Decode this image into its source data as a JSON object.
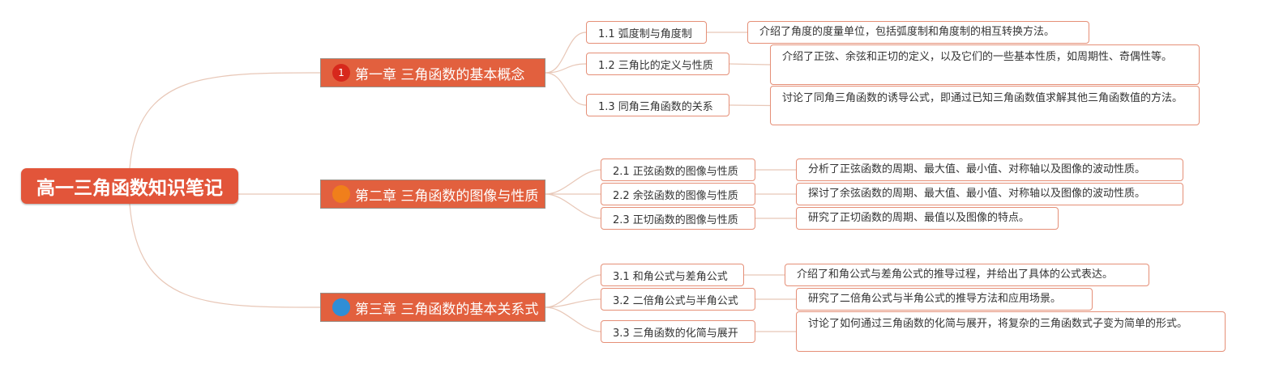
{
  "root": {
    "label": "高一三角函数知识笔记"
  },
  "colors": {
    "root_fill": "#e2553a",
    "chapter_fill": "#e2603e",
    "node_border": "#e58f77",
    "link": "#e8c7b7"
  },
  "chapters": [
    {
      "label": "第一章 三角函数的基本概念",
      "badge": "1",
      "badge_color": "#d7281c",
      "sections": [
        {
          "label": "1.1 弧度制与角度制",
          "desc": "介绍了角度的度量单位，包括弧度制和角度制的相互转换方法。"
        },
        {
          "label": "1.2 三角比的定义与性质",
          "desc": "介绍了正弦、余弦和正切的定义，以及它们的一些基本性质，如周期性、奇偶性等。"
        },
        {
          "label": "1.3 同角三角函数的关系",
          "desc": "讨论了同角三角函数的诱导公式，即通过已知三角函数值求解其他三角函数值的方法。"
        }
      ]
    },
    {
      "label": "第二章 三角函数的图像与性质",
      "badge": "",
      "badge_color": "#f07f1b",
      "sections": [
        {
          "label": "2.1 正弦函数的图像与性质",
          "desc": "分析了正弦函数的周期、最大值、最小值、对称轴以及图像的波动性质。"
        },
        {
          "label": "2.2 余弦函数的图像与性质",
          "desc": "探讨了余弦函数的周期、最大值、最小值、对称轴以及图像的波动性质。"
        },
        {
          "label": "2.3 正切函数的图像与性质",
          "desc": "研究了正切函数的周期、最值以及图像的特点。"
        }
      ]
    },
    {
      "label": "第三章 三角函数的基本关系式",
      "badge": "",
      "badge_color": "#2f8ed6",
      "sections": [
        {
          "label": "3.1 和角公式与差角公式",
          "desc": "介绍了和角公式与差角公式的推导过程，并给出了具体的公式表达。"
        },
        {
          "label": "3.2 二倍角公式与半角公式",
          "desc": "研究了二倍角公式与半角公式的推导方法和应用场景。"
        },
        {
          "label": "3.3 三角函数的化简与展开",
          "desc": "讨论了如何通过三角函数的化简与展开，将复杂的三角函数式子变为简单的形式。"
        }
      ]
    }
  ]
}
